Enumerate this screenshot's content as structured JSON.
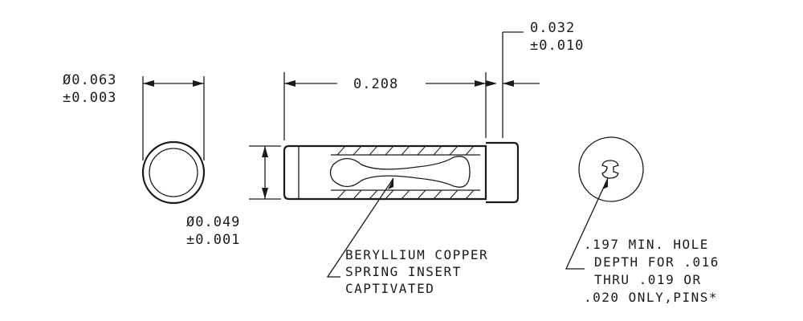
{
  "dimensions": {
    "outer_diameter": {
      "value": "Ø0.063",
      "tolerance": "±0.003"
    },
    "inner_diameter": {
      "value": "Ø0.049",
      "tolerance": "±0.001"
    },
    "length": {
      "value": "0.208"
    },
    "head_length": {
      "value": "0.032",
      "tolerance": "±0.010"
    }
  },
  "notes": {
    "insert": [
      "BERYLLIUM COPPER",
      "SPRING INSERT",
      "CAPTIVATED"
    ],
    "hole": [
      ".197 MIN. HOLE",
      "DEPTH FOR .016",
      "THRU .019 OR",
      ".020 ONLY,PINS*"
    ]
  }
}
